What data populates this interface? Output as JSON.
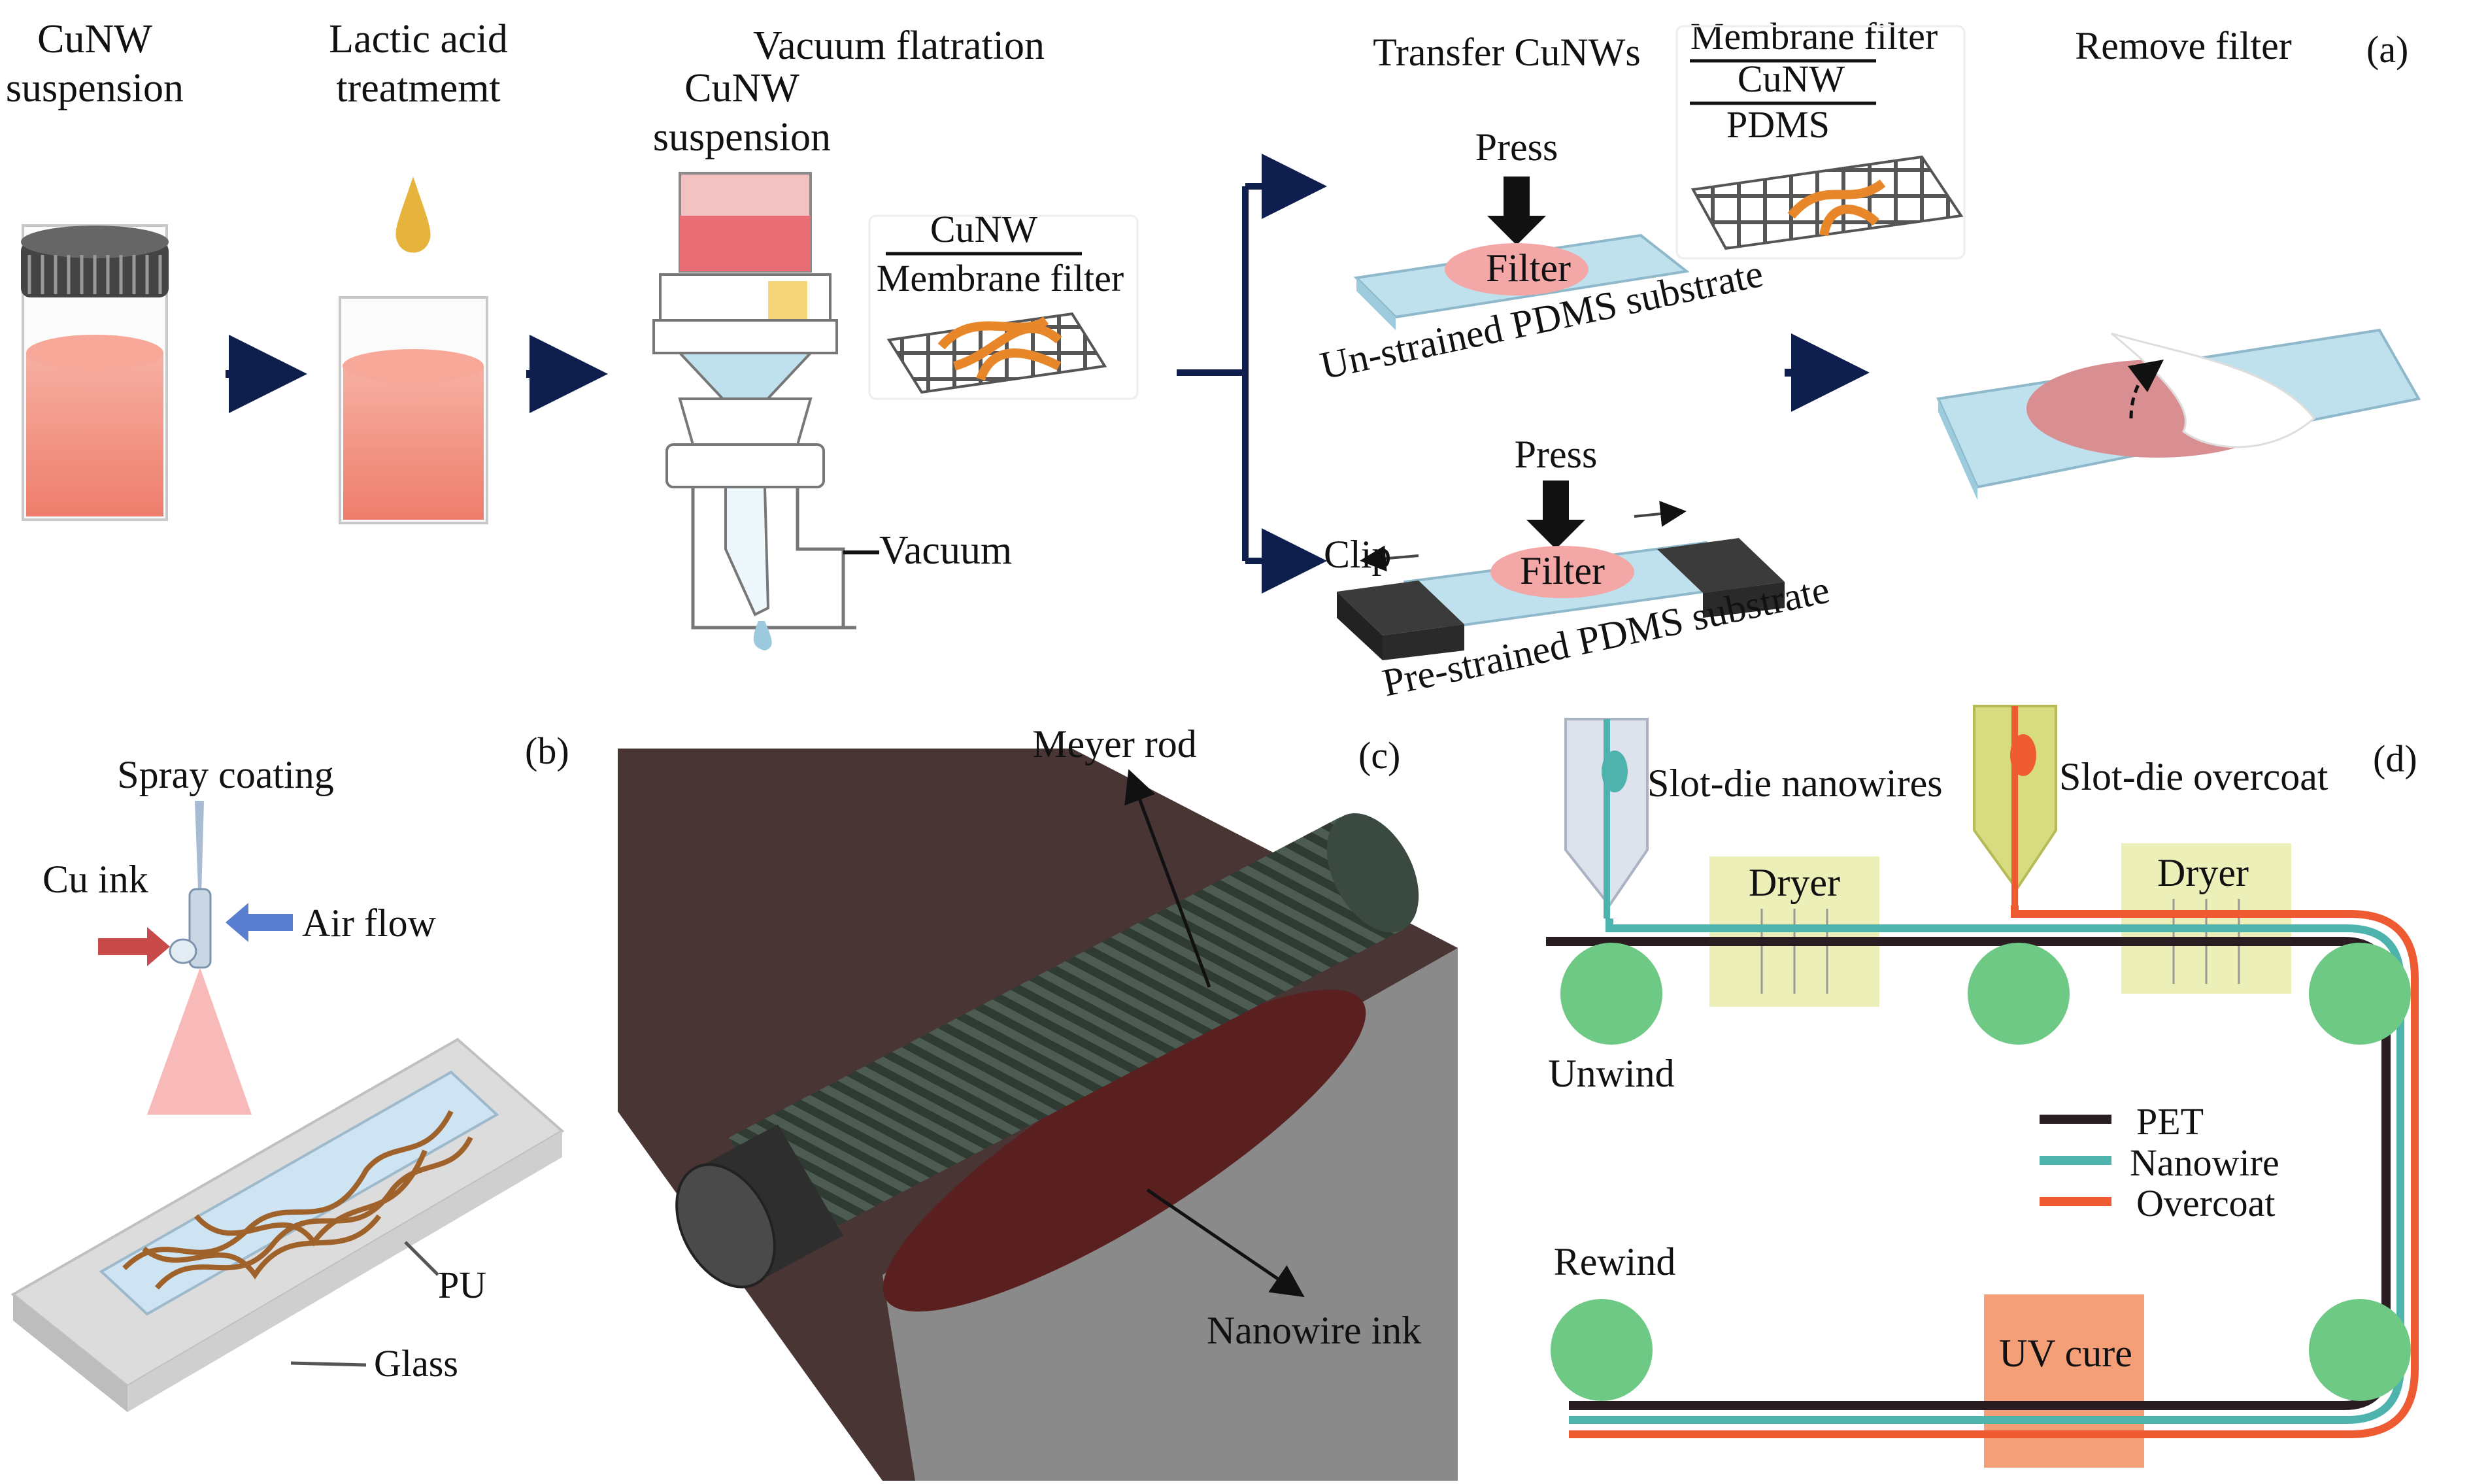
{
  "panel_a": {
    "tag": "(a)",
    "step1_line1": "CuNW",
    "step1_line2": "suspension",
    "step2_line1": "Lactic acid",
    "step2_line2": "treatmemt",
    "step3_title": "Vacuum flatration",
    "step3_sub1": "CuNW",
    "step3_sub2": "suspension",
    "vacuum": "Vacuum",
    "inset1_top": "CuNW",
    "inset1_bottom": "Membrane filter",
    "transfer": "Transfer CuNWs",
    "inset2_top": "Membrane filter",
    "inset2_mid": "CuNW",
    "inset2_bottom": "PDMS",
    "press_top": "Press",
    "filter_top": "Filter",
    "unstrained": "Un-strained PDMS substrate",
    "press_bottom": "Press",
    "filter_bottom": "Filter",
    "clip": "Clip",
    "prestrained": "Pre-strained PDMS substrate",
    "remove_filter": "Remove filter"
  },
  "panel_b": {
    "tag": "(b)",
    "title": "Spray coating",
    "cu_ink": "Cu ink",
    "air_flow": "Air flow",
    "pu": "PU",
    "glass": "Glass"
  },
  "panel_c": {
    "tag": "(c)",
    "meyer_rod": "Meyer rod",
    "nanowire_ink": "Nanowire ink"
  },
  "panel_d": {
    "tag": "(d)",
    "slot_die_nanowires": "Slot-die nanowires",
    "slot_die_overcoat": "Slot-die overcoat",
    "dryer1": "Dryer",
    "dryer2": "Dryer",
    "unwind": "Unwind",
    "rewind": "Rewind",
    "uv_cure": "UV cure",
    "legend": [
      {
        "label": "PET",
        "color": "#2a1d22"
      },
      {
        "label": "Nanowire",
        "color": "#4fb3ad"
      },
      {
        "label": "Overcoat",
        "color": "#ee5a32"
      }
    ]
  },
  "colors": {
    "suspension": "#f08a7a",
    "roller": "#6ec985",
    "dryer": "#eaeeb0",
    "uv": "#f4956a",
    "pdms": "#bfe1ee",
    "arrow": "#0f1f4d"
  }
}
